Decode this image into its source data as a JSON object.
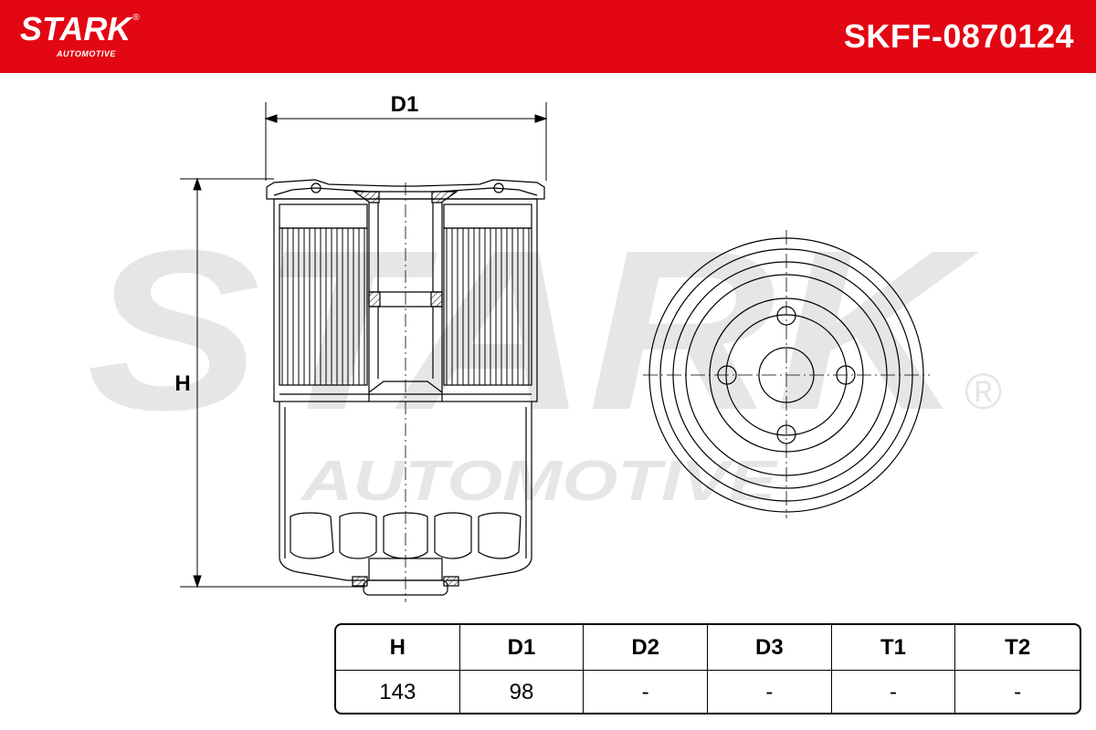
{
  "header": {
    "brand": "STARK",
    "brand_mark": "®",
    "brand_sub": "AUTOMOTIVE",
    "part_number": "SKFF-0870124",
    "background_color": "#e30613"
  },
  "watermark": {
    "text_main": "STARK",
    "text_sub": "AUTOMOTIVE",
    "mark": "®"
  },
  "drawing": {
    "label_d1": "D1",
    "label_h": "H"
  },
  "spec_table": {
    "headers": [
      "H",
      "D1",
      "D2",
      "D3",
      "T1",
      "T2"
    ],
    "values": [
      "143",
      "98",
      "-",
      "-",
      "-",
      "-"
    ]
  }
}
